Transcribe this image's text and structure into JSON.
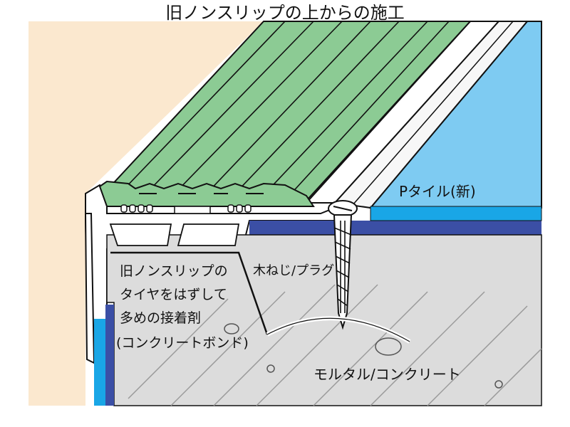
{
  "title": "旧ノンスリップの上からの施工",
  "labels": {
    "p_tile": "Pタイル(新)",
    "screw_plug": "木ねじ/プラグ",
    "adhesive_line1": "旧ノンスリップの",
    "adhesive_line2": "タイヤをはずして",
    "adhesive_line3": "多めの接着剤",
    "adhesive_line4": "(コンクリートボンド)",
    "mortar": "モルタル/コンクリート"
  },
  "colors": {
    "wall": "#fbe8cf",
    "tile_blue": "#7ecbf2",
    "nosing_green": "#8ccb94",
    "navy": "#3b4fa5",
    "cyan": "#19a6e6",
    "concrete": "#dcdcdc"
  }
}
